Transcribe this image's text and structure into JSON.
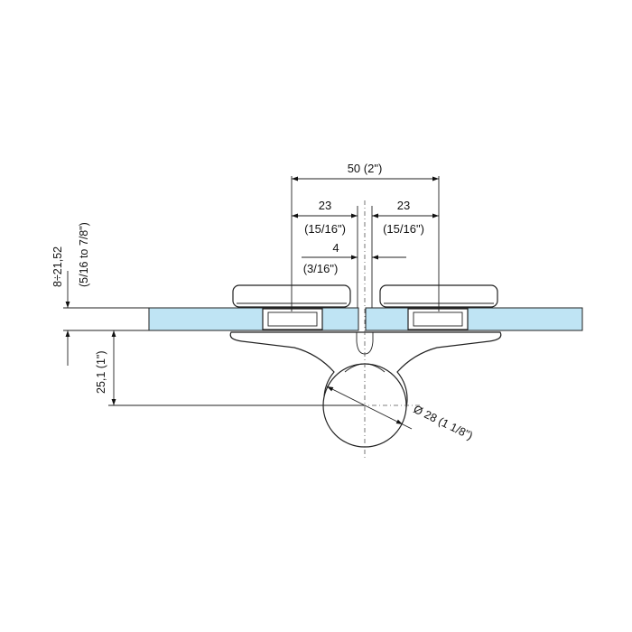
{
  "dimensions": {
    "overall_width": "50 (2\")",
    "plate_width_left_mm": "23",
    "plate_width_left_in": "(15/16\")",
    "plate_width_right_mm": "23",
    "plate_width_right_in": "(15/16\")",
    "gap_mm": "4",
    "gap_in": "(3/16\")",
    "glass_thickness_mm": "8÷21,52",
    "glass_thickness_in": "(5/16 to 7/8\")",
    "axis_offset": "25,1 (1\")",
    "diameter": "Ø 28 (1  1/8\")"
  },
  "colors": {
    "glass": "#bfe4f4",
    "metal": "#ffffff",
    "line": "#222222"
  }
}
